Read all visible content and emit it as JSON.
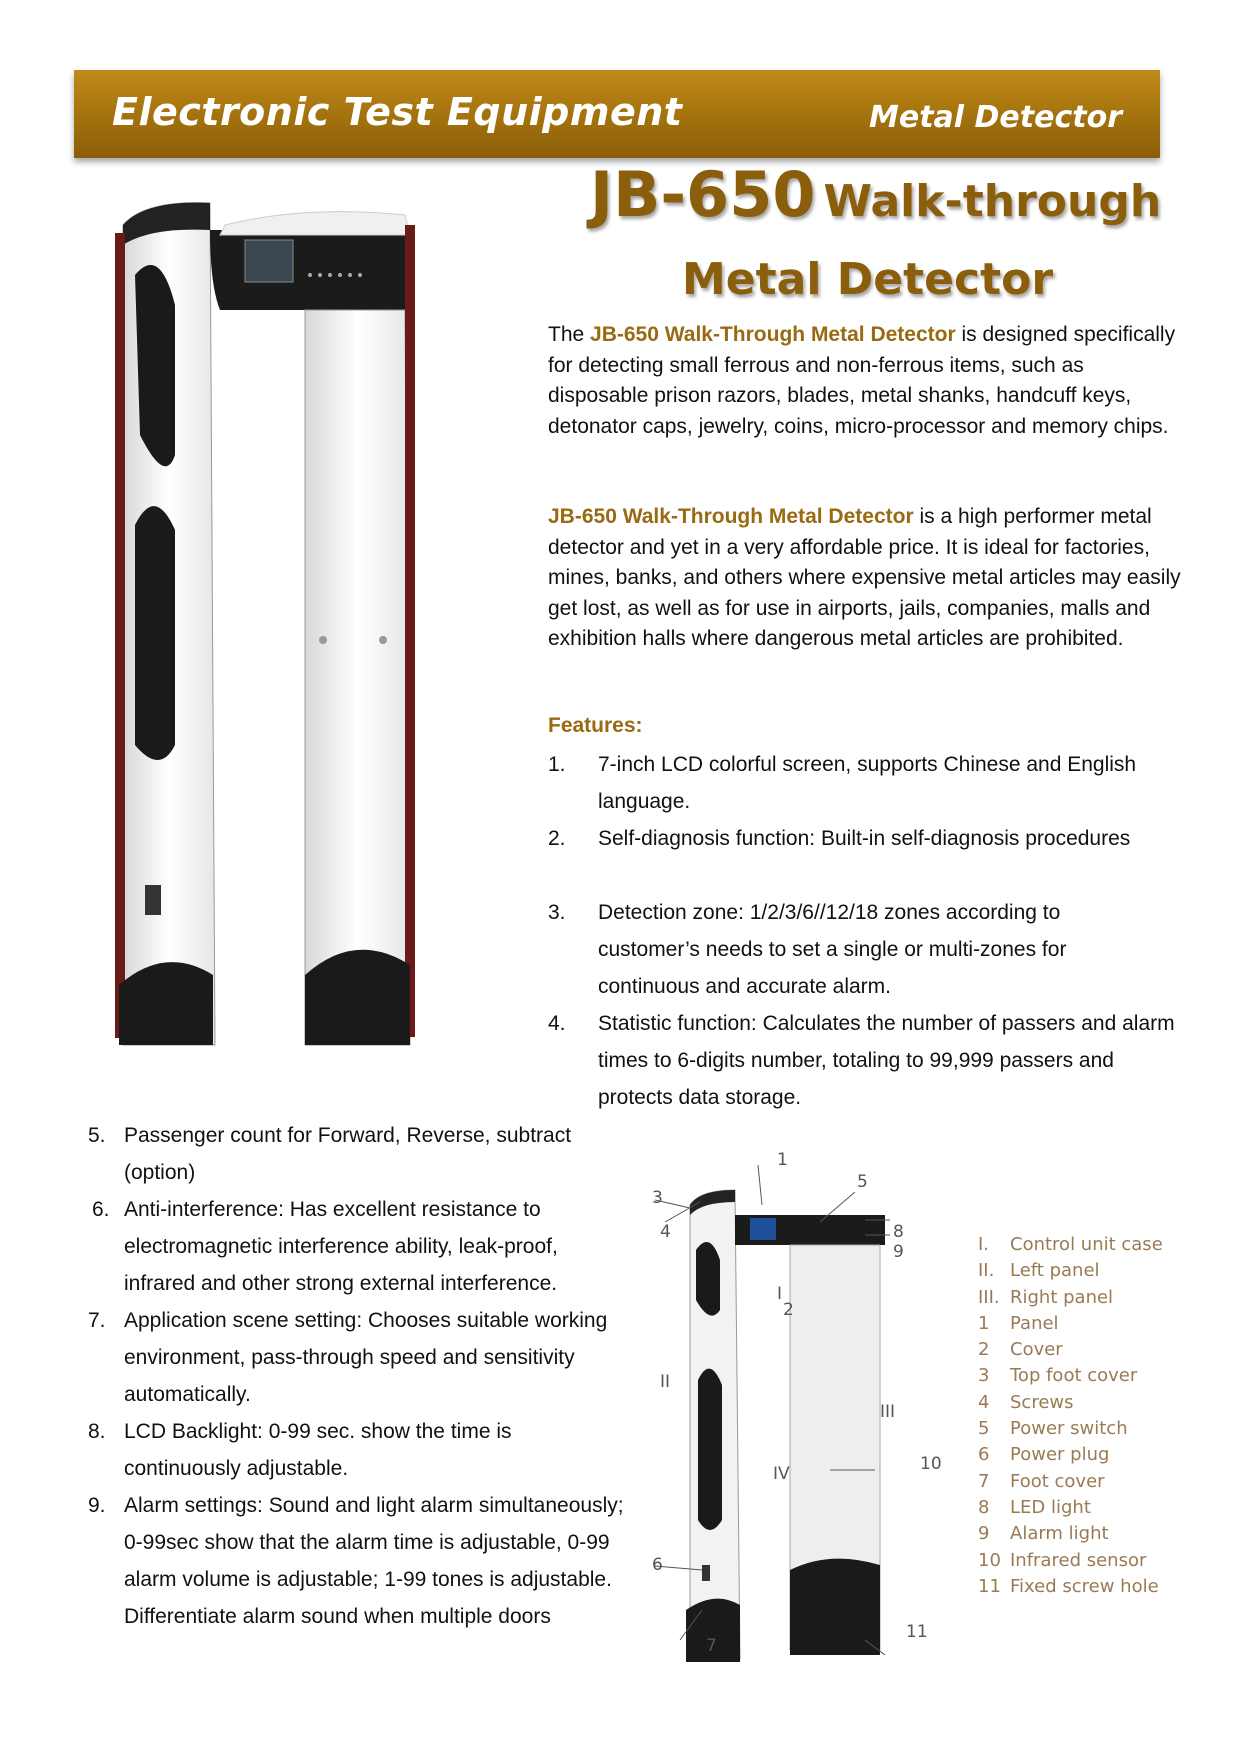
{
  "header": {
    "left_title": "Electronic Test Equipment",
    "right_title": "Metal Detector"
  },
  "product": {
    "model": "JB-650",
    "title_part1": "Walk-through",
    "title_part2": "Metal Detector"
  },
  "intro": {
    "p1_prefix": "The ",
    "p1_highlight": "JB-650 Walk-Through Metal Detector",
    "p1_rest": " is designed specifically for detecting small ferrous and non-ferrous items, such as disposable prison razors, blades, metal shanks, handcuff keys, detonator caps, jewelry, coins, micro-processor and memory chips.",
    "p2_highlight": "JB-650 Walk-Through Metal Detector",
    "p2_rest": " is a high performer metal detector and yet in a very affordable price. It is ideal for factories, mines, banks, and others where expensive metal articles may easily get lost, as well as for use in airports, jails, companies, malls and exhibition halls where dangerous metal articles are prohibited."
  },
  "features": {
    "heading": "Features:",
    "items": [
      {
        "num": "1.",
        "text": "7-inch LCD colorful screen, supports Chinese and English language."
      },
      {
        "num": "2.",
        "text": "Self-diagnosis function: Built-in self-diagnosis procedures"
      },
      {
        "num": "3.",
        "text": "Detection zone: 1/2/3/6//12/18 zones according to customer’s needs to set a single or multi-zones for continuous and accurate alarm."
      },
      {
        "num": "4.",
        "text": "Statistic function: Calculates the number of passers and alarm times to 6-digits number, totaling to 99,999 passers and protects data storage."
      },
      {
        "num": "5.",
        "text": "Passenger count for Forward, Reverse, subtract (option)"
      },
      {
        "num": "6.",
        "text": "Anti-interference: Has excellent resistance to electromagnetic interference ability, leak-proof, infrared and other strong external interference."
      },
      {
        "num": "7.",
        "text": "Application scene setting: Chooses suitable working environment, pass-through speed and sensitivity automatically."
      },
      {
        "num": "8.",
        "text": "LCD Backlight: 0-99 sec. show the time is continuously adjustable."
      },
      {
        "num": "9.",
        "text": "Alarm settings: Sound and light alarm simultaneously; 0-99sec show that the alarm time is adjustable, 0-99 alarm volume is adjustable; 1-99 tones is adjustable. Differentiate alarm sound when multiple doors"
      }
    ]
  },
  "diagram": {
    "callouts": [
      "1",
      "2",
      "3",
      "4",
      "5",
      "6",
      "7",
      "8",
      "9",
      "10",
      "11",
      "I",
      "II",
      "III",
      "IV"
    ],
    "legend": [
      {
        "num": "I.",
        "label": "Control unit case"
      },
      {
        "num": "II.",
        "label": "Left panel"
      },
      {
        "num": "III.",
        "label": "Right panel"
      },
      {
        "num": "1",
        "label": "Panel"
      },
      {
        "num": "2",
        "label": "Cover"
      },
      {
        "num": "3",
        "label": "Top foot cover"
      },
      {
        "num": "4",
        "label": "Screws"
      },
      {
        "num": "5",
        "label": "Power switch"
      },
      {
        "num": "6",
        "label": "Power plug"
      },
      {
        "num": "7",
        "label": "Foot cover"
      },
      {
        "num": "8",
        "label": "LED light"
      },
      {
        "num": "9",
        "label": "Alarm light"
      },
      {
        "num": "10",
        "label": "Infrared sensor"
      },
      {
        "num": "11",
        "label": "Fixed screw hole"
      }
    ]
  }
}
